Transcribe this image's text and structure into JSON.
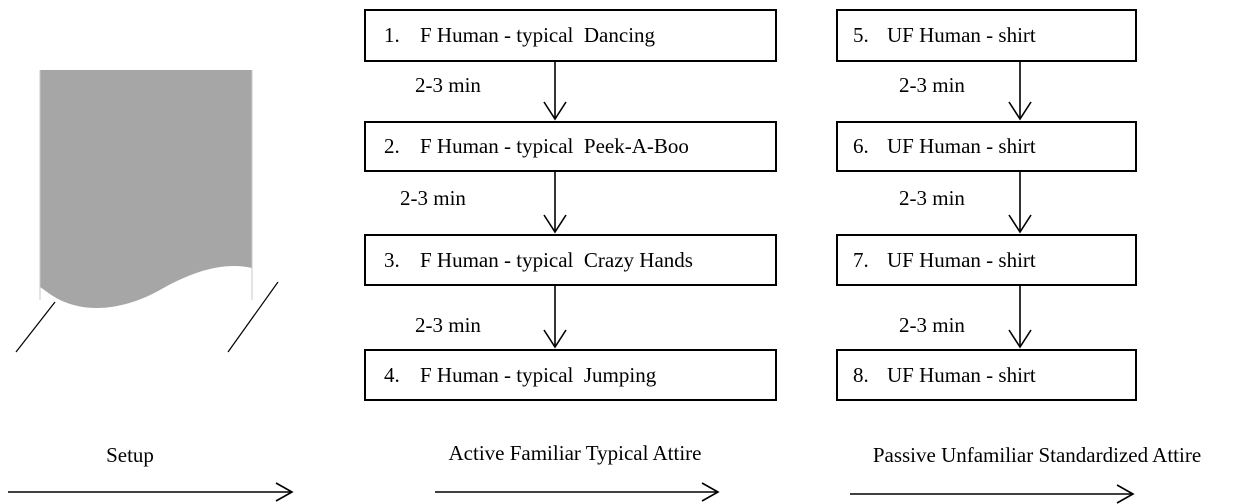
{
  "setup": {
    "label": "Setup"
  },
  "active": {
    "label": "Active Familiar Typical Attire",
    "steps": [
      {
        "number": "1.",
        "text": "F Human - typical  Dancing"
      },
      {
        "number": "2.",
        "text": "F Human - typical  Peek-A-Boo"
      },
      {
        "number": "3.",
        "text": "F Human - typical  Crazy Hands"
      },
      {
        "number": "4.",
        "text": "F Human - typical  Jumping"
      }
    ],
    "intervals": [
      "2-3 min",
      "2-3 min",
      "2-3 min"
    ]
  },
  "passive": {
    "label": "Passive Unfamiliar Standardized Attire",
    "steps": [
      {
        "number": "5.",
        "text": "UF Human - shirt"
      },
      {
        "number": "6.",
        "text": "UF Human - shirt"
      },
      {
        "number": "7.",
        "text": "UF Human - shirt"
      },
      {
        "number": "8.",
        "text": "UF Human - shirt"
      }
    ],
    "intervals": [
      "2-3 min",
      "2-3 min",
      "2-3 min"
    ]
  },
  "colors": {
    "curtain": "#a6a6a6",
    "line": "#000000",
    "box_border": "#000000"
  }
}
